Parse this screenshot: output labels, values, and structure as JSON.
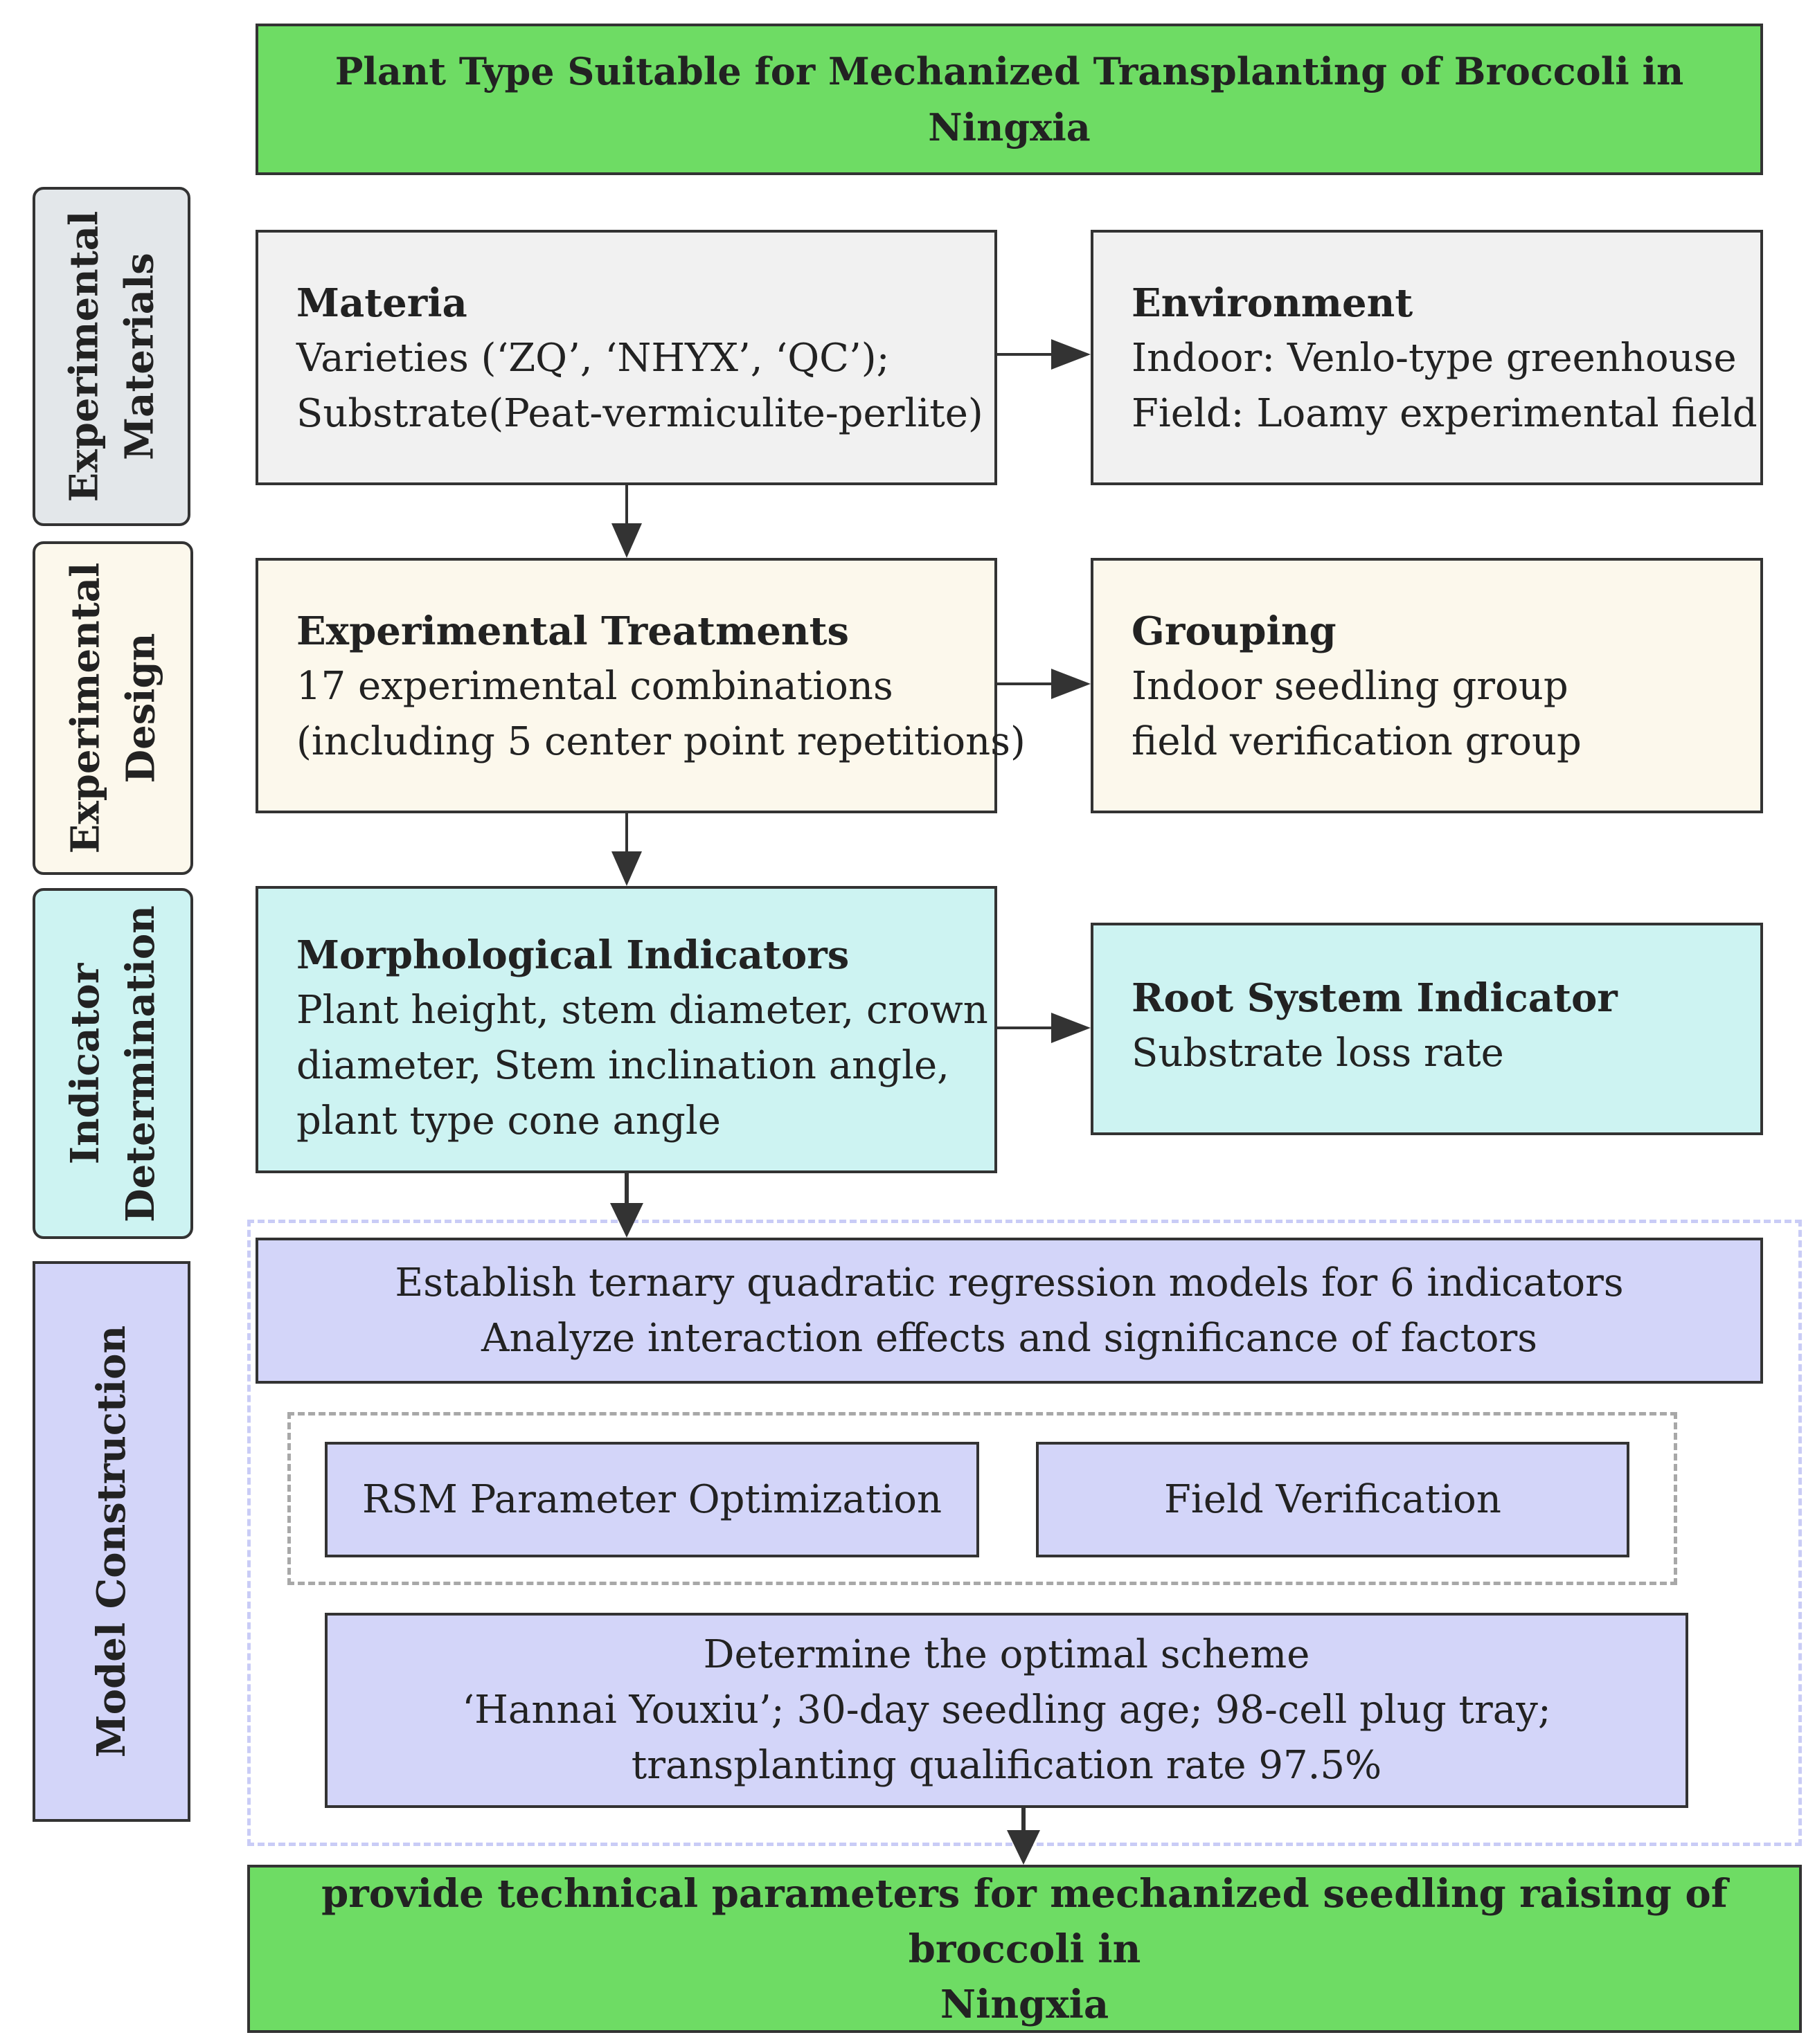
{
  "title": "Plant Type Suitable for Mechanized Transplanting of Broccoli  in Ningxia",
  "stages": [
    {
      "lines": [
        "Experimental",
        "Materials"
      ]
    },
    {
      "lines": [
        "Experimental",
        "Design"
      ]
    },
    {
      "lines": [
        "Indicator",
        "Determination"
      ]
    },
    {
      "lines": [
        "Model Construction"
      ]
    }
  ],
  "materia": {
    "heading": "Materia",
    "lines": [
      "Varieties (‘ZQ’,  ‘NHYX’, ‘QC’);",
      "Substrate(Peat-vermiculite-perlite)"
    ]
  },
  "environment": {
    "heading": "Environment",
    "lines": [
      "Indoor: Venlo-type greenhouse",
      "Field: Loamy experimental field"
    ]
  },
  "treatments": {
    "heading": "Experimental Treatments",
    "lines": [
      "17 experimental combinations",
      "(including 5 center point repetitions)"
    ]
  },
  "grouping": {
    "heading": "Grouping",
    "lines": [
      "Indoor seedling group",
      "field verification group"
    ]
  },
  "morphological": {
    "heading": "Morphological Indicators",
    "lines": [
      "Plant height,  stem diameter,  crown",
      "diameter, Stem inclination angle,",
      "plant type cone angle"
    ]
  },
  "root": {
    "heading": "Root System Indicator",
    "lines": [
      "Substrate loss rate"
    ]
  },
  "regression": {
    "lines": [
      "Establish ternary quadratic regression models for 6 indicators",
      "Analyze interaction effects and significance of factors"
    ]
  },
  "rsm": "RSM Parameter Optimization",
  "field_verification": "Field Verification",
  "optimal": {
    "lines": [
      "Determine the optimal scheme",
      "‘Hannai Youxiu’; 30-day seedling age; 98-cell plug tray;",
      "transplanting qualification rate 97.5%"
    ]
  },
  "conclusion": {
    "lines": [
      "provide technical parameters for mechanized seedling raising of broccoli in",
      "Ningxia"
    ]
  },
  "colors": {
    "green": "#6edc64",
    "grey": "#f1f1f1",
    "cream": "#fcf8ec",
    "cyan": "#cdf3f2",
    "lavender": "#d3d5f9",
    "stage_grey": "#e3e7ea"
  }
}
